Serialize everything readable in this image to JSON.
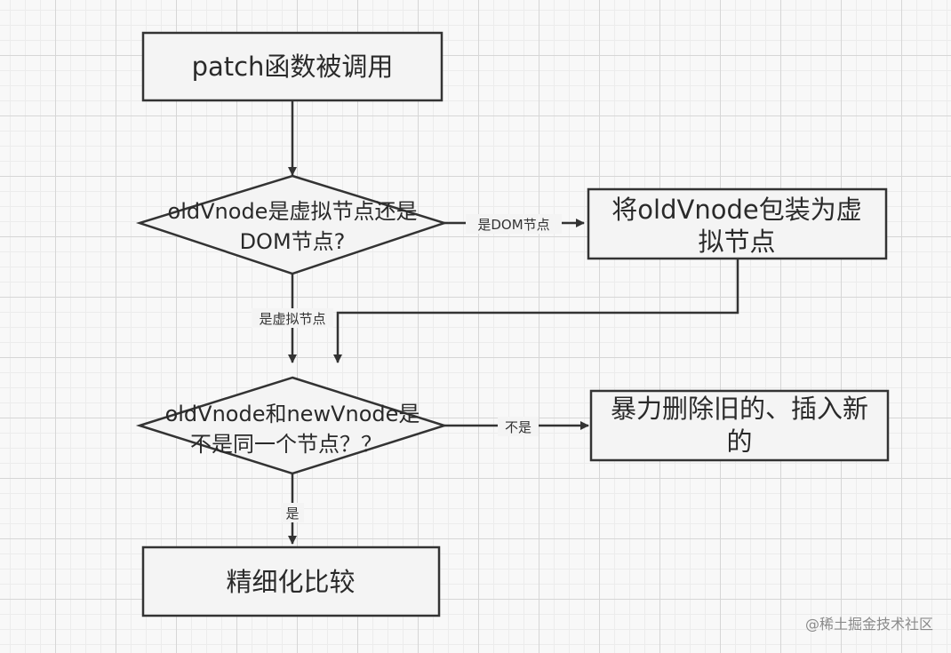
{
  "nodes": {
    "start": {
      "label": "patch函数被调用"
    },
    "decision1": {
      "lines": [
        "oldVnode是虚拟节点还是",
        "DOM节点?"
      ]
    },
    "wrap": {
      "lines": [
        "将oldVnode包装为虚",
        "拟节点"
      ]
    },
    "decision2": {
      "lines": [
        "oldVnode和newVnode是",
        "不是同一个节点？？"
      ]
    },
    "replace": {
      "lines": [
        "暴力删除旧的、插入新",
        "的"
      ]
    },
    "diff": {
      "label": "精细化比较"
    }
  },
  "edges": {
    "is_dom": "是DOM节点",
    "is_virtual": "是虚拟节点",
    "not_same": "不是",
    "same": "是"
  },
  "watermark": "@稀土掘金技术社区"
}
